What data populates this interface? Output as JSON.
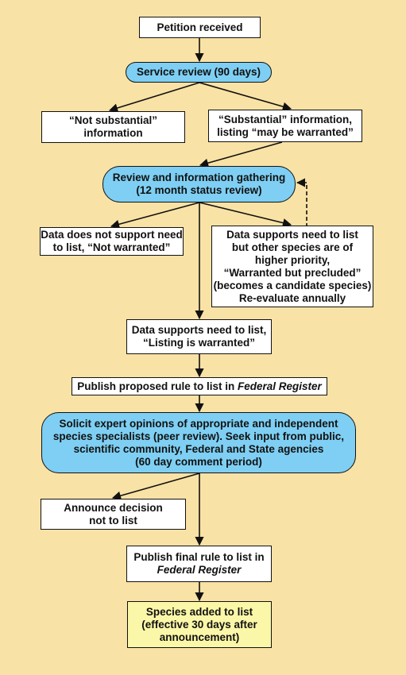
{
  "nodes": {
    "petition": "Petition  received",
    "service_review": "Service review (90 days)",
    "not_substantial": [
      "“Not substantial”",
      "information"
    ],
    "substantial": [
      "“Substantial” information,",
      "listing “may be warranted”"
    ],
    "review_gathering": [
      "Review and information gathering",
      "(12 month status review)"
    ],
    "not_warranted": [
      "Data does not support need",
      "to list, “Not warranted”"
    ],
    "warranted_precluded": [
      "Data supports need to list",
      "but other species are of",
      "higher priority,",
      "“Warranted but precluded”",
      "(becomes a candidate species)",
      "Re-evaluate annually"
    ],
    "listing_warranted": [
      "Data supports need to list,",
      "“Listing is warranted”"
    ],
    "publish_proposed": {
      "text": "Publish proposed rule to list in ",
      "italic": "Federal Register"
    },
    "solicit": [
      "Solicit expert opinions of appropriate and independent",
      "species specialists (peer review). Seek input from public,",
      "scientific community, Federal and State agencies",
      "(60 day comment period)"
    ],
    "announce_not": [
      "Announce decision",
      "not to list"
    ],
    "publish_final": {
      "line1": "Publish final rule to list in",
      "italic": "Federal Register"
    },
    "species_added": [
      "Species added to list",
      "(effective 30 days after",
      "announcement)"
    ]
  },
  "colors": {
    "background": "#f9e2a5",
    "oval_fill": "#7ecff3",
    "final_fill": "#fbf7a8",
    "box_fill": "#ffffff",
    "line": "#111111"
  }
}
